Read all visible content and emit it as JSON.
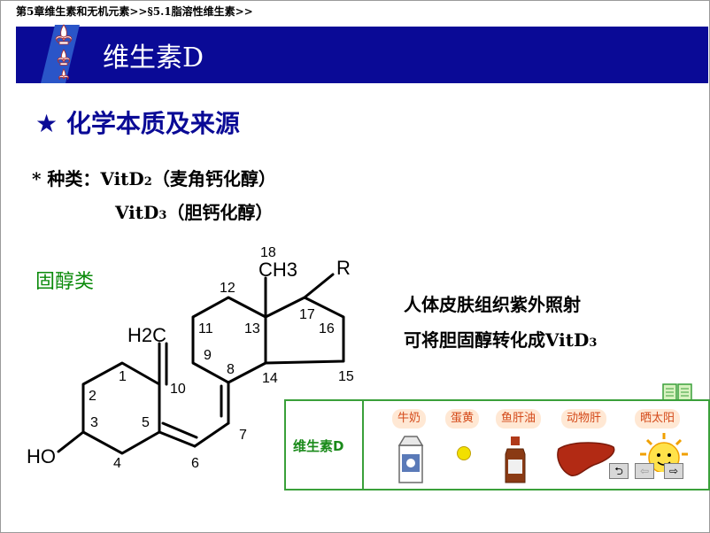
{
  "breadcrumb": "第5章维生素和无机元素>>§5.1脂溶性维生素>>",
  "title": "维生素D",
  "section_heading": "★ 化学本质及来源",
  "types": {
    "line1_prefix": "* 种类：VitD",
    "line1_sub": "2",
    "line1_suffix": "（麦角钙化醇）",
    "line2_prefix": "VitD",
    "line2_sub": "3",
    "line2_suffix": "（胆钙化醇）"
  },
  "sterol_label": "固醇类",
  "note": {
    "line1": "人体皮肤组织紫外照射",
    "line2_prefix": "可将胆固醇转化成VitD",
    "line2_sub": "3"
  },
  "molecule": {
    "groups": [
      "HO",
      "H2C",
      "CH3",
      "R"
    ],
    "atom_numbers": [
      "1",
      "2",
      "3",
      "4",
      "5",
      "6",
      "7",
      "8",
      "9",
      "10",
      "11",
      "12",
      "13",
      "14",
      "15",
      "16",
      "17",
      "18"
    ]
  },
  "panel": {
    "label": "维生素D",
    "sources": [
      {
        "label": "牛奶",
        "icon": "milk-carton-icon"
      },
      {
        "label": "蛋黄",
        "icon": "egg-yolk-icon"
      },
      {
        "label": "鱼肝油",
        "icon": "fish-oil-bottle-icon"
      },
      {
        "label": "动物肝",
        "icon": "animal-liver-icon"
      },
      {
        "label": "晒太阳",
        "icon": "sun-icon"
      }
    ]
  },
  "nav": {
    "back": "⮌",
    "prev": "⇦",
    "next": "⇨"
  }
}
